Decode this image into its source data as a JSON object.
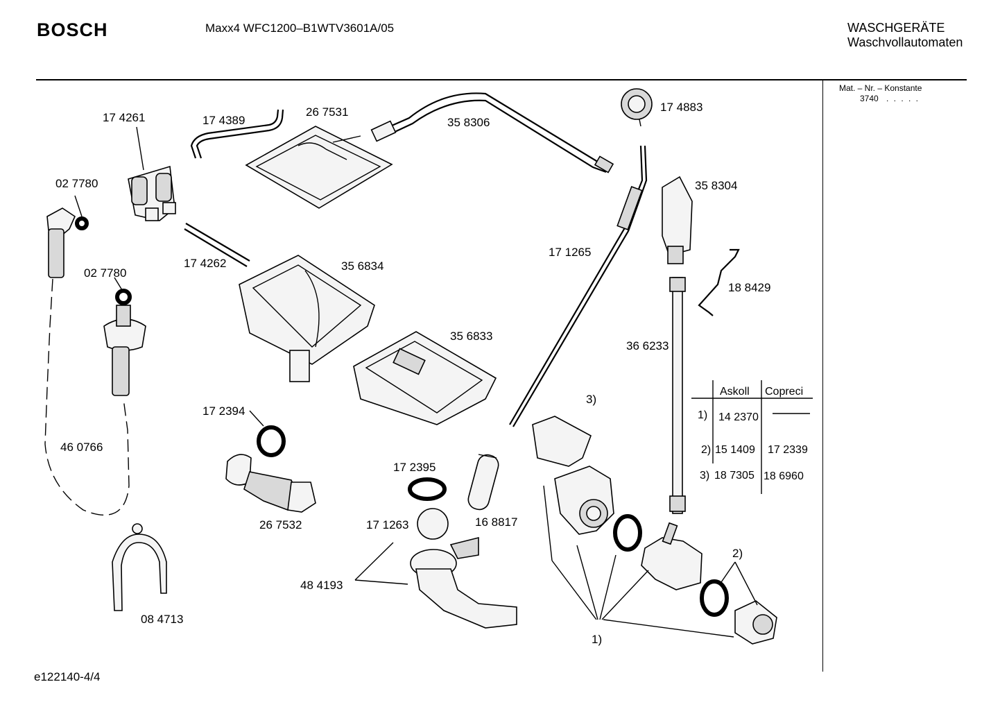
{
  "header": {
    "brand": "BOSCH",
    "model": "Maxx4 WFC1200–B1WTV3601A/05",
    "category_line1": "WASCHGERÄTE",
    "category_line2": "Waschvollautomaten"
  },
  "sidebar": {
    "mat_label": "Mat. – Nr. – Konstante",
    "mat_value": "3740",
    "mat_dots": ". . . . ."
  },
  "footer": {
    "code": "e122140-4/4"
  },
  "parts": {
    "p174261": "17 4261",
    "p174389": "17 4389",
    "p267531": "26 7531",
    "p358306": "35 8306",
    "p174883": "17 4883",
    "p027780a": "02 7780",
    "p027780b": "02 7780",
    "p174262": "17 4262",
    "p356834": "35 6834",
    "p358304": "35 8304",
    "p171265": "17 1265",
    "p188429": "18 8429",
    "p356833": "35 6833",
    "p366233": "36 6233",
    "p172394": "17 2394",
    "p460766": "46 0766",
    "p172395": "17 2395",
    "p267532": "26 7532",
    "p171263": "17 1263",
    "p168817": "16 8817",
    "p484193": "48 4193",
    "p084713": "08 4713"
  },
  "refs": {
    "r3": "3)",
    "r2": "2)",
    "r1": "1)"
  },
  "variant_table": {
    "col1": "Askoll",
    "col2": "Copreci",
    "rows": [
      {
        "ref": "1)",
        "askoll": "14 2370",
        "copreci": ""
      },
      {
        "ref": "2)",
        "askoll": "15 1409",
        "copreci": "17 2339"
      },
      {
        "ref": "3)",
        "askoll": "18 7305",
        "copreci": "18 6960"
      }
    ]
  }
}
